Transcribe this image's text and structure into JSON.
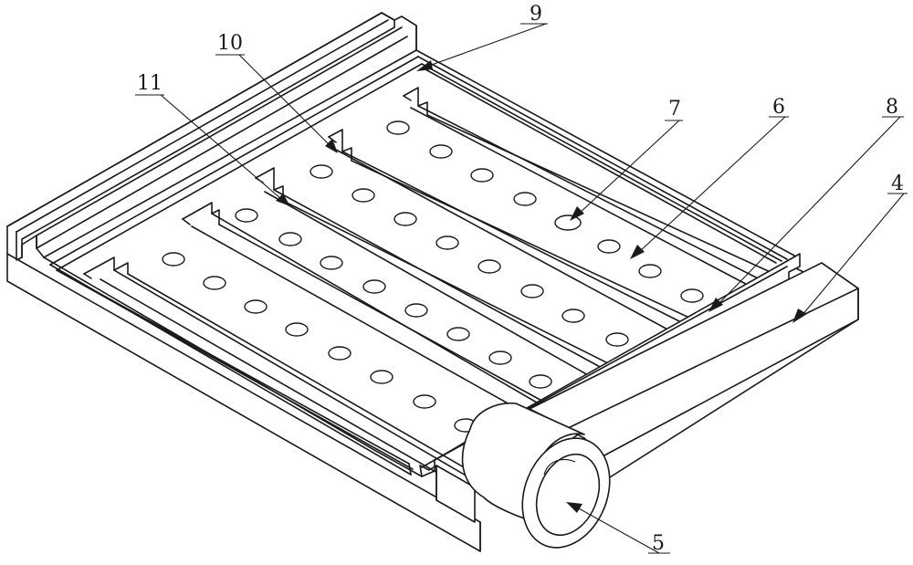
{
  "diagram": {
    "labels": [
      "4",
      "5",
      "6",
      "7",
      "8",
      "9",
      "10",
      "11"
    ],
    "colors": {
      "line": "#1a1a1a",
      "background": "#ffffff"
    }
  }
}
